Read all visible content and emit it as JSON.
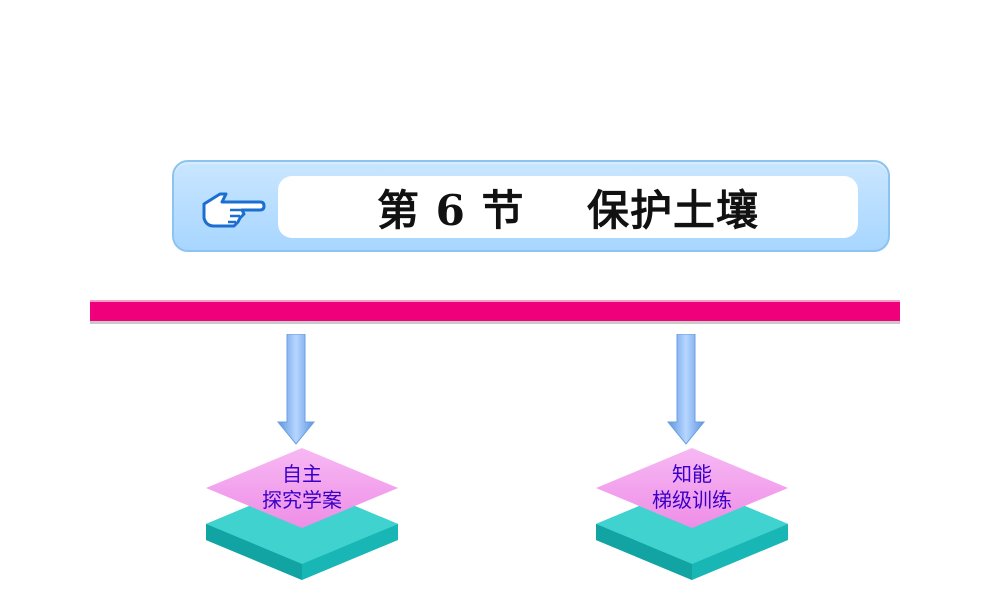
{
  "banner": {
    "title": "第 6 节    保护土壤"
  },
  "nodes": [
    {
      "line1": "自主",
      "line2": "探究学案"
    },
    {
      "line1": "知能",
      "line2": "梯级训练"
    }
  ],
  "colors": {
    "banner_fill": "#b8ddff",
    "banner_border": "#8cc4ef",
    "pink_bar": "#f0007a",
    "arrow_fill": "#7fb2f0",
    "node_top": "#f49ef0",
    "node_bottom": "#23c4c2",
    "node_text": "#3a00c8"
  },
  "icons": {
    "pointer": "pointing-hand-icon",
    "arrows": "down-arrow-icon"
  }
}
